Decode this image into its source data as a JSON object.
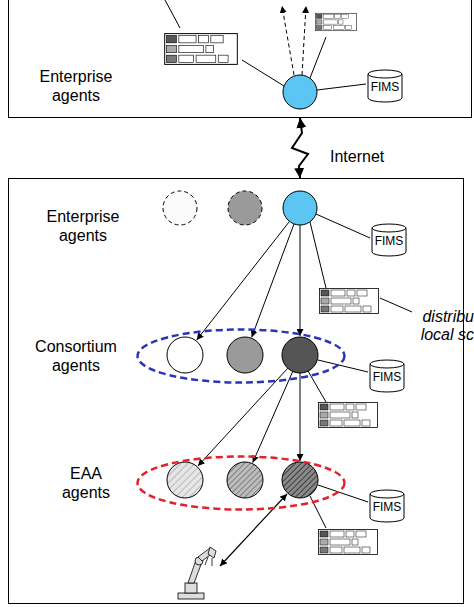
{
  "diagram": {
    "nodes": [
      {
        "text": [
          "Enterprise agents"
        ]
      },
      {
        "text": [
          "FIMS"
        ],
        "in": 0
      },
      {
        "text": [
          "Enterprise agents"
        ]
      },
      {
        "text": [
          "FIMS"
        ],
        "in": 2
      },
      {
        "text": [
          "Consortium agents"
        ],
        "in": 2
      },
      {
        "text": [
          "FIMS"
        ],
        "in": 2
      },
      {
        "text": [
          "EAA agents"
        ],
        "in": 2
      },
      {
        "text": [
          "FIMS"
        ],
        "in": 2
      }
    ],
    "edges": [
      {
        "from": 0,
        "to": 2,
        "arrow": "both",
        "label": "Internet"
      }
    ],
    "labels": [
      "distribu local sc"
    ]
  }
}
